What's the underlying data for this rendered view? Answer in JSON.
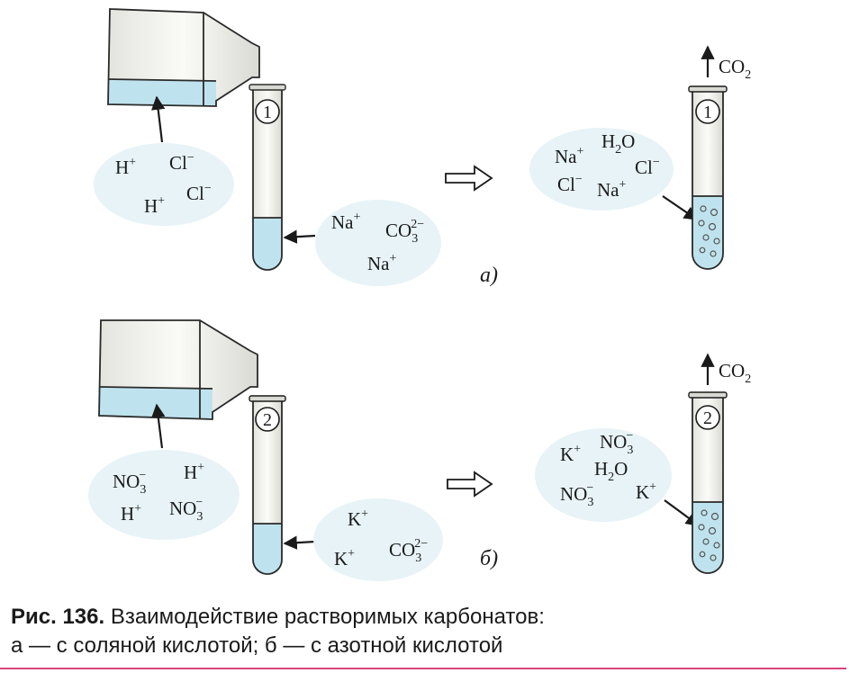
{
  "figure": {
    "colors": {
      "liquid": "#bfe3ee",
      "glass": "#f2f2ef",
      "glass_outline": "#2a2a2a",
      "halo": "#e7f3f7",
      "caption_rule": "#d9457a"
    },
    "panel_a": {
      "label": "а)",
      "bottle_ions": [
        {
          "base": "H",
          "sup": "+"
        },
        {
          "base": "Cl",
          "sup": "−"
        },
        {
          "base": "H",
          "sup": "+"
        },
        {
          "base": "Cl",
          "sup": "−"
        }
      ],
      "tube_number": "1",
      "tube_ions": [
        {
          "base": "Na",
          "sup": "+"
        },
        {
          "base": "CO",
          "sub": "3",
          "sup": "2−"
        },
        {
          "base": "Na",
          "sup": "+"
        }
      ],
      "product_ions": [
        {
          "base": "Na",
          "sup": "+"
        },
        {
          "base": "H",
          "sub": "2",
          "tail": "O"
        },
        {
          "base": "Cl",
          "sup": "−"
        },
        {
          "base": "Cl",
          "sup": "−"
        },
        {
          "base": "Na",
          "sup": "+"
        }
      ],
      "gas": {
        "base": "CO",
        "sub": "2"
      }
    },
    "panel_b": {
      "label": "б)",
      "bottle_ions": [
        {
          "base": "NO",
          "sub": "3",
          "sup": "−"
        },
        {
          "base": "H",
          "sup": "+"
        },
        {
          "base": "H",
          "sup": "+"
        },
        {
          "base": "NO",
          "sub": "3",
          "sup": "−"
        }
      ],
      "tube_number": "2",
      "tube_ions": [
        {
          "base": "K",
          "sup": "+"
        },
        {
          "base": "K",
          "sup": "+"
        },
        {
          "base": "CO",
          "sub": "3",
          "sup": "2−"
        }
      ],
      "product_ions": [
        {
          "base": "K",
          "sup": "+"
        },
        {
          "base": "NO",
          "sub": "3",
          "sup": "−"
        },
        {
          "base": "H",
          "sub": "2",
          "tail": "O"
        },
        {
          "base": "NO",
          "sub": "3",
          "sup": "−"
        },
        {
          "base": "K",
          "sup": "+"
        }
      ],
      "gas": {
        "base": "CO",
        "sub": "2"
      }
    }
  },
  "caption": {
    "figure_number": "Рис. 136.",
    "line1": " Взаимодействие растворимых карбонатов:",
    "line2": "а — с соляной кислотой; б — с азотной кислотой"
  }
}
